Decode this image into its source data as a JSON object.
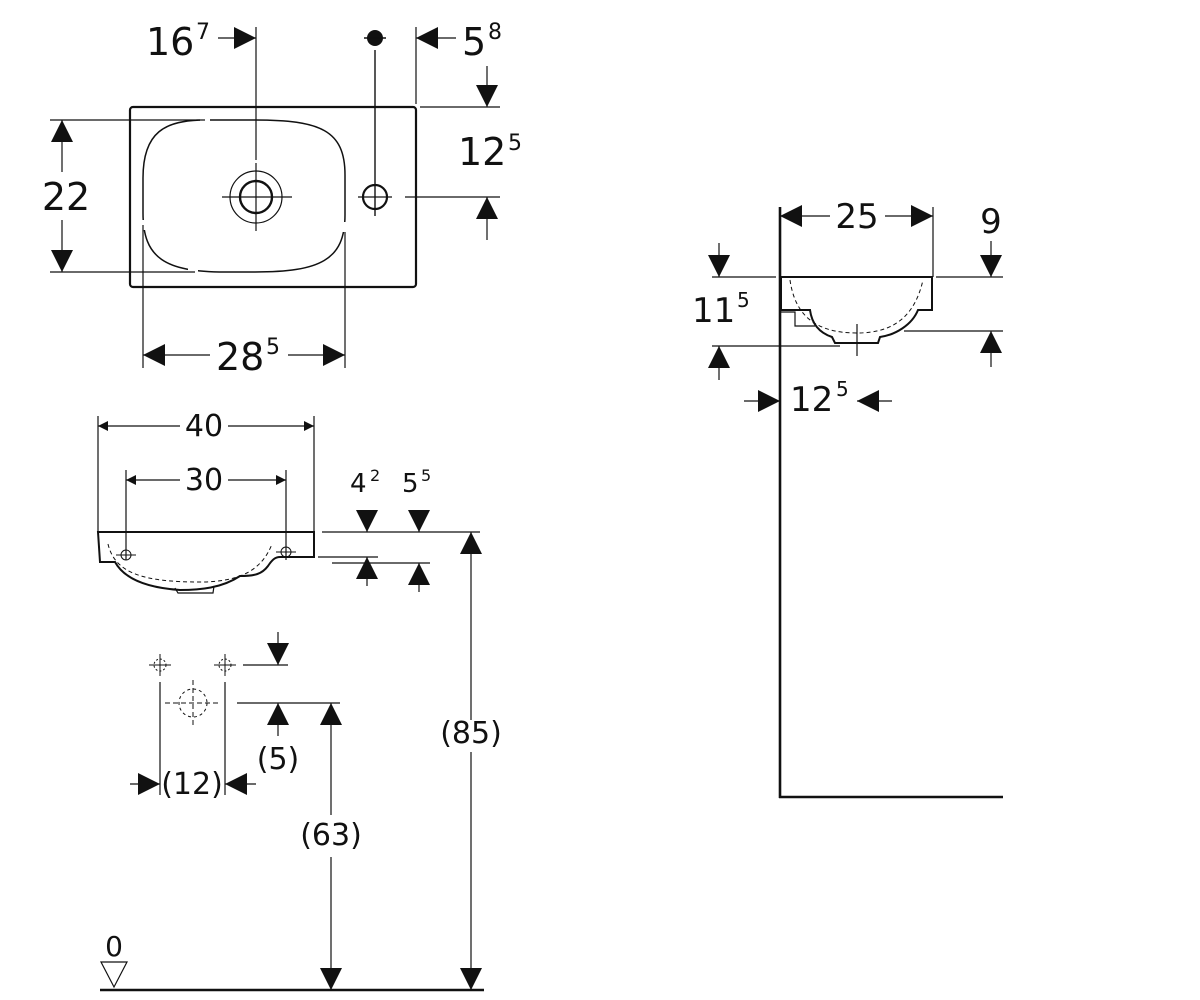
{
  "top_view": {
    "dim_16_7": {
      "main": "16",
      "sup": "7"
    },
    "dim_5_8": {
      "main": "5",
      "sup": "8"
    },
    "dim_12_5": {
      "main": "12",
      "sup": "5"
    },
    "dim_22": {
      "main": "22"
    },
    "dim_28_5": {
      "main": "28",
      "sup": "5"
    }
  },
  "front_view": {
    "dim_40": "40",
    "dim_30": "30",
    "dim_4_2": {
      "main": "4",
      "sup": "2"
    },
    "dim_5_5": {
      "main": "5",
      "sup": "5"
    },
    "dim_85": "(85)",
    "dim_5": "(5)",
    "dim_12": "(12)",
    "dim_63": "(63)",
    "floor_label": "0"
  },
  "side_view": {
    "dim_25": "25",
    "dim_9": "9",
    "dim_11_5": {
      "main": "11",
      "sup": "5"
    },
    "dim_12_5": {
      "main": "12",
      "sup": "5"
    }
  }
}
